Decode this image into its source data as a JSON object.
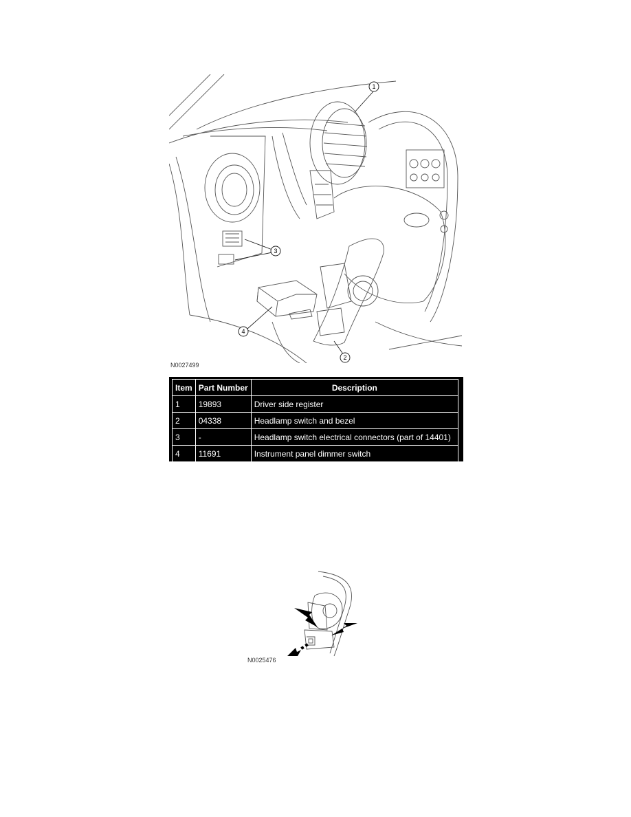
{
  "figure1": {
    "code": "N0027499",
    "callouts": [
      "1",
      "2",
      "3",
      "4"
    ]
  },
  "parts_table": {
    "headers": [
      "Item",
      "Part Number",
      "Description"
    ],
    "rows": [
      {
        "item": "1",
        "part": "19893",
        "desc": "Driver side register"
      },
      {
        "item": "2",
        "part": "04338",
        "desc": "Headlamp switch and bezel"
      },
      {
        "item": "3",
        "part": "-",
        "desc": "Headlamp switch electrical connectors (part of 14401)"
      },
      {
        "item": "4",
        "part": "11691",
        "desc": "Instrument panel dimmer switch"
      }
    ]
  },
  "figure2": {
    "code": "N0025476"
  }
}
